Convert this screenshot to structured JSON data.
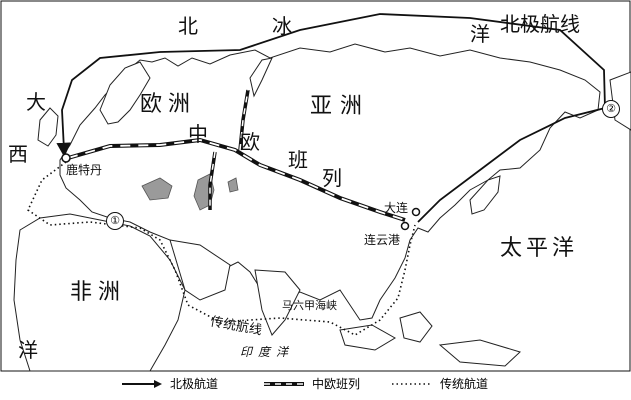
{
  "map_labels": {
    "north_char": "北",
    "ice_char": "冰",
    "ocean_char_arctic": "洋",
    "arctic_route": "北极航线",
    "atlantic_da": "大",
    "atlantic_xi": "西",
    "atlantic_yang": "洋",
    "europe": "欧洲",
    "asia": "亚洲",
    "africa": "非洲",
    "pacific": "太平洋",
    "indian_ocean": "印度洋",
    "china_europe_zhong": "中",
    "china_europe_ou": "欧",
    "china_europe_ban": "班",
    "china_europe_lie": "列",
    "traditional_route": "传统航线",
    "malacca": "马六甲海峡",
    "rotterdam": "鹿特丹",
    "dalian": "大连",
    "lianyungang": "连云港",
    "marker_1": "①",
    "marker_2": "②"
  },
  "legend": {
    "arctic": "北极航道",
    "rail": "中欧班列",
    "traditional": "传统航道"
  },
  "colors": {
    "land": "#ffffff",
    "sea": "#ffffff",
    "line": "#111111",
    "lake": "#9a9a9a"
  }
}
